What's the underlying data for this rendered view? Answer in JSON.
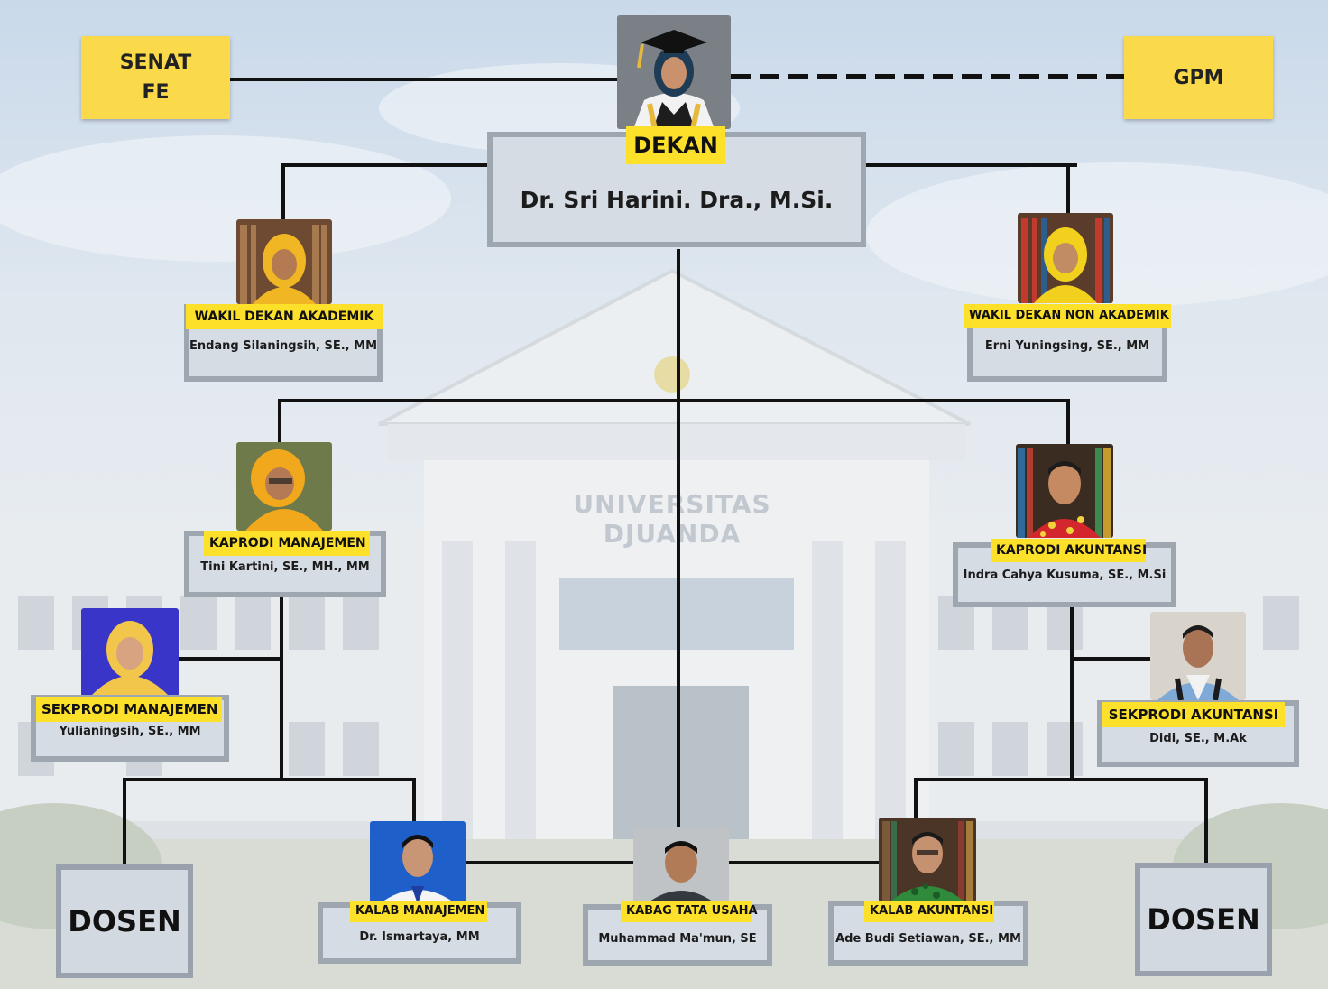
{
  "colors": {
    "accent_yellow": "#fde02a",
    "box_yellow": "#fad94a",
    "card_gray": "#d6dce3",
    "card_border": "#9ea6b0",
    "line": "#111111"
  },
  "background": {
    "watermark": "UNIVERSITAS DJUANDA"
  },
  "boxes": {
    "senat": "SENAT\nFE",
    "gpm": "GPM"
  },
  "dekan": {
    "title": "DEKAN",
    "name": "Dr. Sri Harini. Dra., M.Si."
  },
  "wakil_akademik": {
    "title": "WAKIL DEKAN AKADEMIK",
    "name": "Endang Silaningsih, SE., MM"
  },
  "wakil_non_akademik": {
    "title": "WAKIL DEKAN NON AKADEMIK",
    "name": "Erni Yuningsing, SE., MM"
  },
  "kaprodi_manajemen": {
    "title": "KAPRODI MANAJEMEN",
    "name": "Tini Kartini, SE., MH., MM"
  },
  "kaprodi_akuntansi": {
    "title": "KAPRODI AKUNTANSI",
    "name": "Indra Cahya Kusuma, SE., M.Si"
  },
  "sekprodi_manajemen": {
    "title": "SEKPRODI MANAJEMEN",
    "name": "Yulianingsih, SE., MM"
  },
  "sekprodi_akuntansi": {
    "title": "SEKPRODI AKUNTANSI",
    "name": "Didi, SE., M.Ak"
  },
  "kalab_manajemen": {
    "title": "KALAB MANAJEMEN",
    "name": "Dr. Ismartaya, MM"
  },
  "kabag_tata_usaha": {
    "title": "KABAG TATA USAHA",
    "name": "Muhammad Ma'mun, SE"
  },
  "kalab_akuntansi": {
    "title": "KALAB AKUNTANSI",
    "name": "Ade Budi Setiawan, SE., MM"
  },
  "dosen_left": "DOSEN",
  "dosen_right": "DOSEN"
}
